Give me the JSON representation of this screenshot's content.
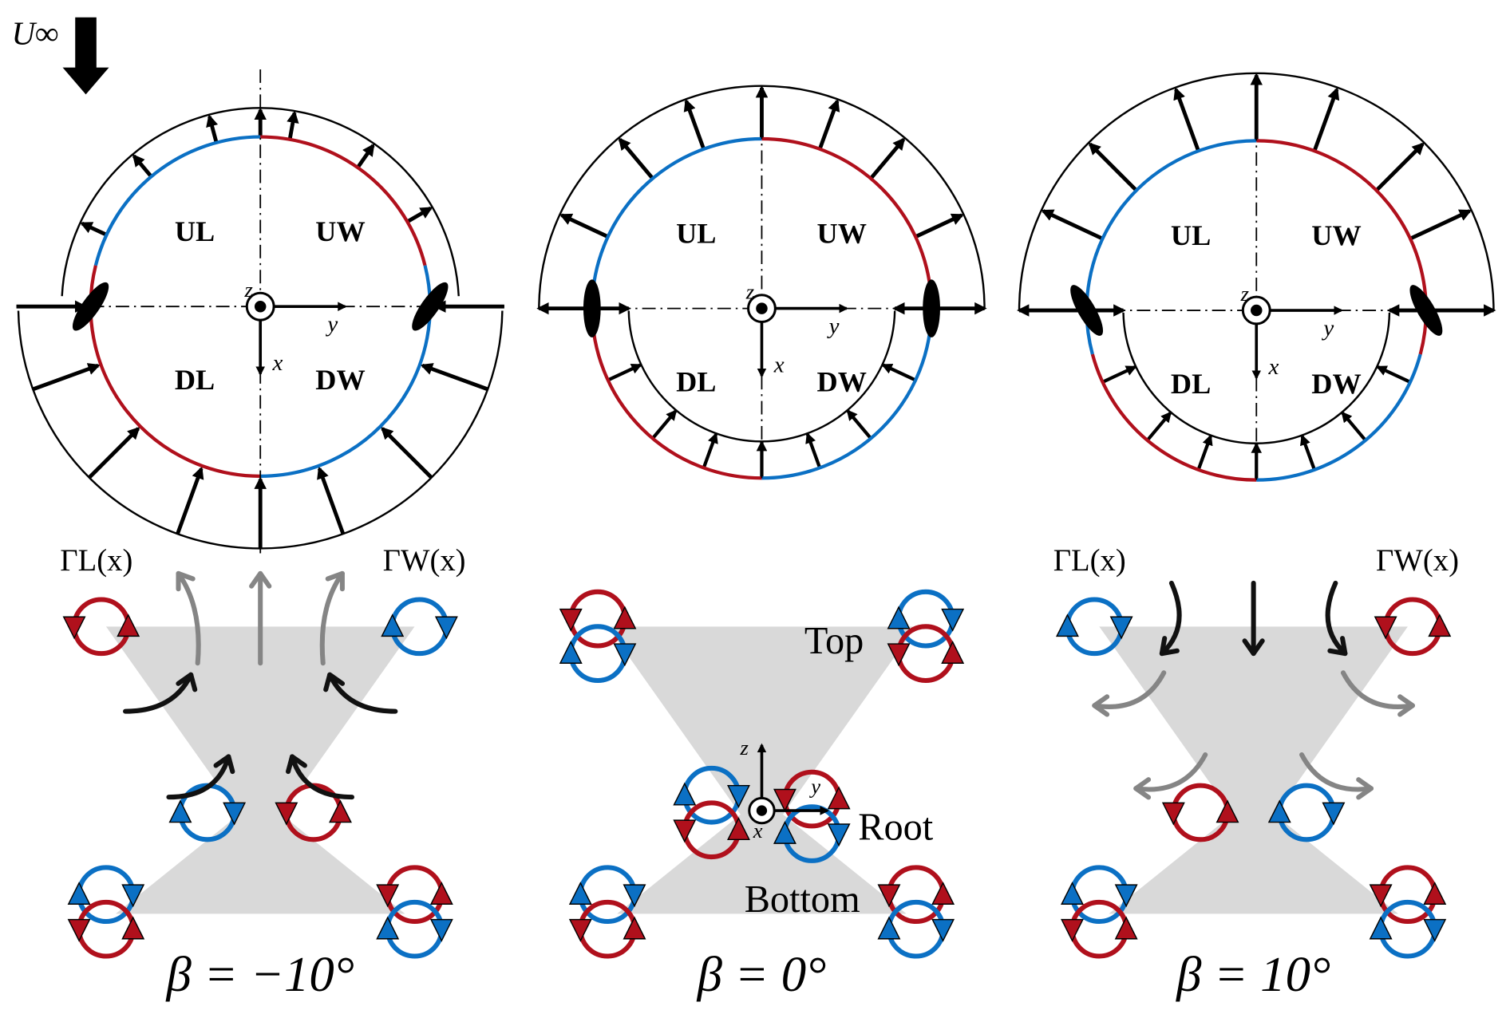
{
  "figure": {
    "freestream_label": "U∞",
    "colors": {
      "red": "#b0101c",
      "blue": "#0b70c4",
      "wing_gray": "#d9d9d9",
      "arrow_black": "#111111",
      "arrow_gray": "#858585"
    },
    "panels": [
      {
        "id": "neg10",
        "beta_label": "β = −10°",
        "beta_deg": -10,
        "quadrants": {
          "ul": "UL",
          "uw": "UW",
          "dl": "DL",
          "dw": "DW"
        },
        "axes": {
          "x": "x",
          "y": "y",
          "z": "z"
        },
        "circulation_left": "ΓL(x)",
        "circulation_right": "ΓW(x)",
        "upwash_flow": "up",
        "stations": []
      },
      {
        "id": "zero",
        "beta_label": "β = 0°",
        "beta_deg": 0,
        "quadrants": {
          "ul": "UL",
          "uw": "UW",
          "dl": "DL",
          "dw": "DW"
        },
        "axes": {
          "x": "x",
          "y": "y",
          "z": "z"
        },
        "circulation_left": "",
        "circulation_right": "",
        "upwash_flow": "none",
        "stations": [
          "Top",
          "Root",
          "Bottom"
        ]
      },
      {
        "id": "pos10",
        "beta_label": "β = 10°",
        "beta_deg": 10,
        "quadrants": {
          "ul": "UL",
          "uw": "UW",
          "dl": "DL",
          "dw": "DW"
        },
        "axes": {
          "x": "x",
          "y": "y",
          "z": "z"
        },
        "circulation_left": "ΓL(x)",
        "circulation_right": "ΓW(x)",
        "upwash_flow": "down",
        "stations": []
      }
    ]
  }
}
